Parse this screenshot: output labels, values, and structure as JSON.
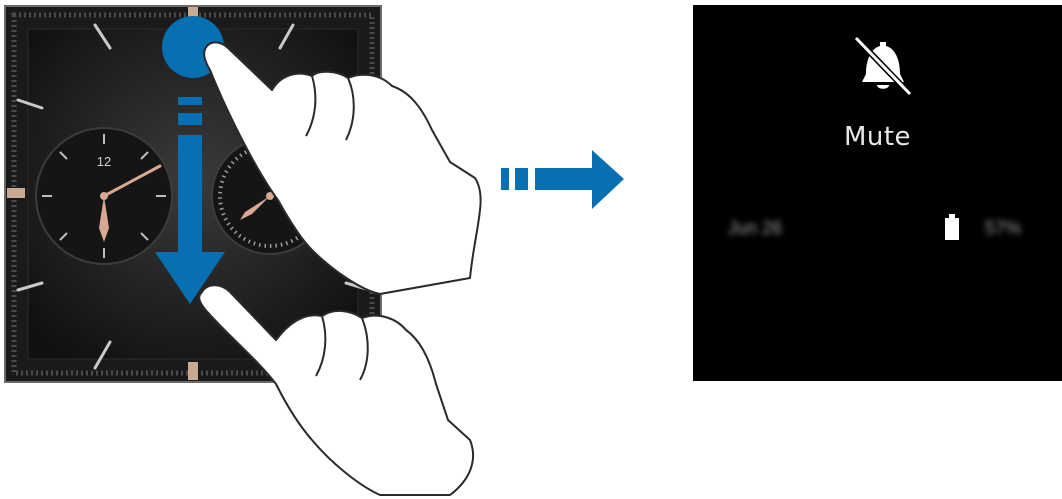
{
  "watch_face": {
    "dial_number": "12"
  },
  "quick_panel": {
    "status_label": "Mute",
    "date_text": "Jun 26",
    "battery_text": "57%",
    "icon": "mute-bell-icon"
  },
  "gesture": {
    "direction": "swipe-down",
    "accent_color": "#0870b0"
  }
}
